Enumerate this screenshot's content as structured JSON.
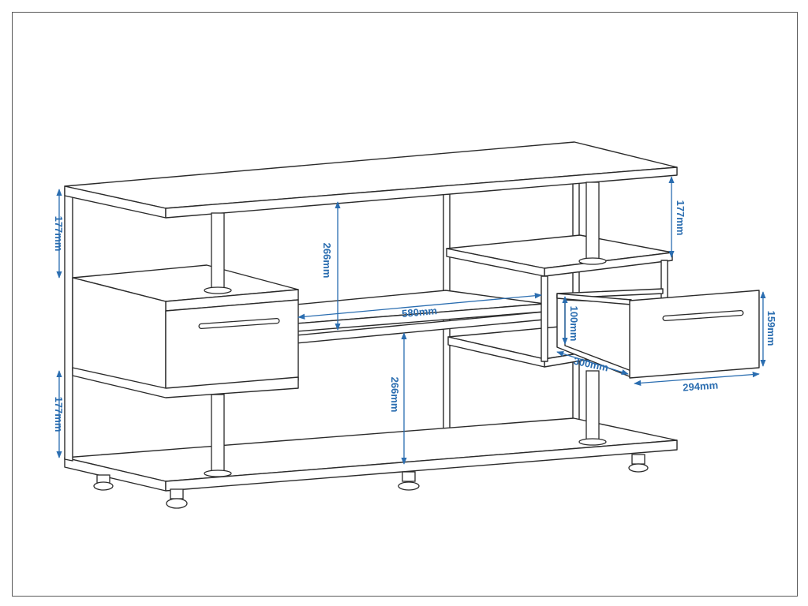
{
  "colors": {
    "outline": "#2b2b2b",
    "dimension": "#2a6db0",
    "fill": "#ffffff",
    "frame": "#5a5a5a"
  },
  "dimensions": {
    "top_shelf_clearance_left": "177mm",
    "bottom_shelf_clearance_left": "177mm",
    "center_upper_height": "266mm",
    "center_lower_height": "266mm",
    "center_shelf_width": "580mm",
    "right_upper_clearance": "177mm",
    "drawer_front_height": "159mm",
    "drawer_inner_height": "100mm",
    "drawer_depth": "300mm",
    "drawer_width": "294mm"
  }
}
